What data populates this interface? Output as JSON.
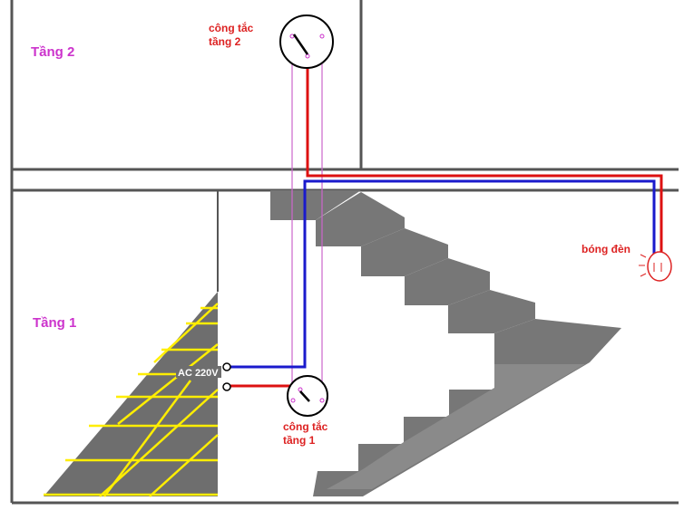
{
  "floors": {
    "upper": "Tầng 2",
    "lower": "Tầng 1"
  },
  "switches": {
    "upper": {
      "line1": "công tắc",
      "line2": "tầng 2"
    },
    "lower": {
      "line1": "công tắc",
      "line2": "tầng 1"
    }
  },
  "lamp": {
    "label": "bóng đèn"
  },
  "power": {
    "label": "AC 220V"
  },
  "colors": {
    "floor_label": "#cc33cc",
    "device_label": "#dd2222",
    "live_wire": "#dd1111",
    "neutral_wire": "#1a1acc",
    "traveler_wire": "#cc66cc",
    "structure": "#555555",
    "stair": "#777777",
    "tile_line": "#ffee00"
  }
}
